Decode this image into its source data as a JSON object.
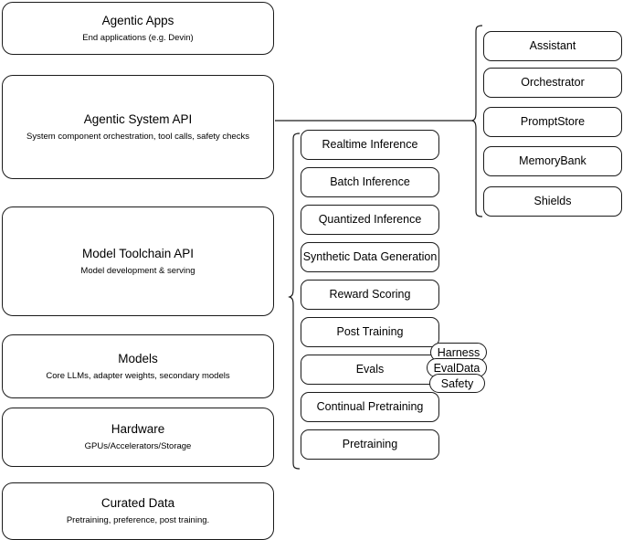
{
  "diagram": {
    "title": "AI stack layered architecture",
    "colors": {
      "stroke": "#1a1a1a",
      "background": "#ffffff",
      "text": "#000000"
    },
    "layers": [
      {
        "title": "Agentic Apps",
        "subtitle": "End applications (e.g. Devin)"
      },
      {
        "title": "Agentic System API",
        "subtitle": "System component orchestration, tool calls, safety checks"
      },
      {
        "title": "Model Toolchain API",
        "subtitle": "Model development & serving"
      },
      {
        "title": "Models",
        "subtitle": "Core LLMs, adapter weights, secondary models"
      },
      {
        "title": "Hardware",
        "subtitle": "GPUs/Accelerators/Storage"
      },
      {
        "title": "Curated Data",
        "subtitle": "Pretraining, preference, post training."
      }
    ],
    "toolchain_capabilities": [
      {
        "label": "Realtime Inference"
      },
      {
        "label": "Batch Inference"
      },
      {
        "label": "Quantized Inference"
      },
      {
        "label": "Synthetic Data Generation"
      },
      {
        "label": "Reward Scoring"
      },
      {
        "label": "Post Training"
      },
      {
        "label": "Evals"
      },
      {
        "label": "Continual Pretraining"
      },
      {
        "label": "Pretraining"
      }
    ],
    "evals_subcomponents": [
      {
        "label": "Harness"
      },
      {
        "label": "EvalData"
      },
      {
        "label": "Safety"
      }
    ],
    "agentic_system_components": [
      {
        "label": "Assistant"
      },
      {
        "label": "Orchestrator"
      },
      {
        "label": "PromptStore"
      },
      {
        "label": "MemoryBank"
      },
      {
        "label": "Shields"
      }
    ]
  }
}
